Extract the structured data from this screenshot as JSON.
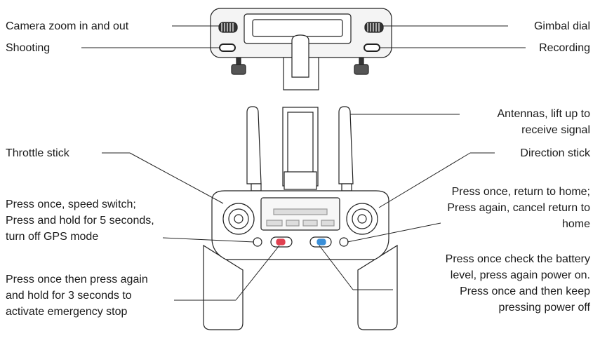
{
  "labels": {
    "camera_zoom": "Camera zoom in and out",
    "shooting": "Shooting",
    "gimbal_dial": "Gimbal dial",
    "recording": "Recording",
    "antennas": [
      "Antennas, lift up to",
      "receive signal"
    ],
    "throttle_stick": "Throttle stick",
    "direction_stick": "Direction stick",
    "speed_switch": [
      "Press once, speed switch;",
      "Press and hold for 5 seconds,",
      "turn off GPS mode"
    ],
    "return_home": [
      "Press once, return to home;",
      "Press again, cancel return to",
      "home"
    ],
    "emergency_stop": [
      "Press once then press again",
      "and hold for 3 seconds to",
      "activate emergency stop"
    ],
    "power": [
      "Press once check the battery",
      "level, press again power on.",
      "Press once and then keep",
      "pressing power off"
    ]
  },
  "colors": {
    "line": "#222222",
    "emergency_button": "#e04050",
    "power_button": "#3a8fd8"
  }
}
